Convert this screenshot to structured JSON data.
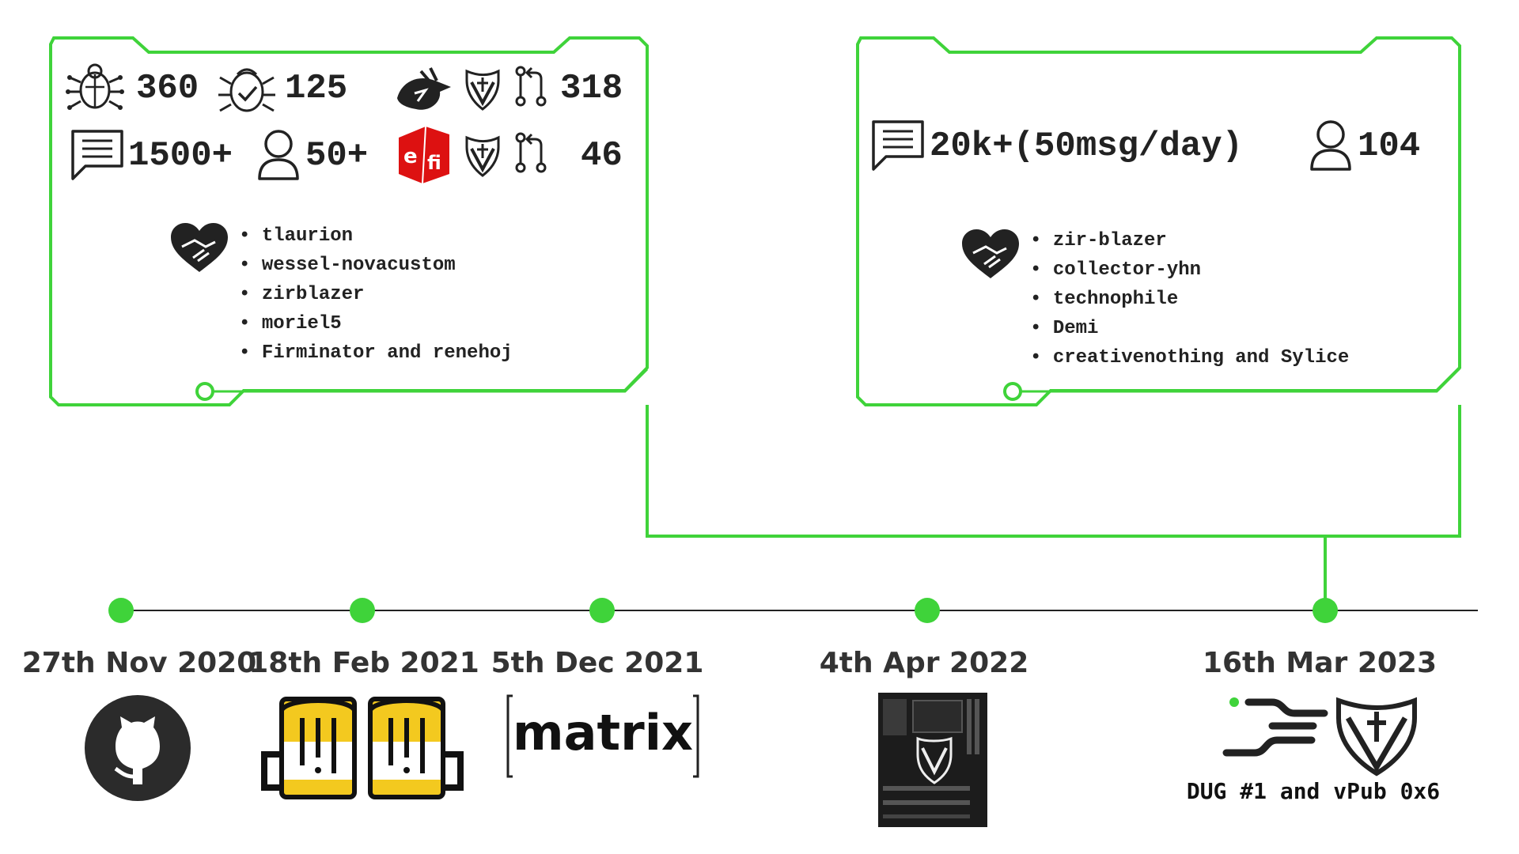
{
  "colors": {
    "accent": "#3fd33a",
    "ink": "#222222",
    "beer": "#f3c91f",
    "uefi_red": "#dd1111"
  },
  "left_card": {
    "stats": [
      {
        "icon": "bug-icon",
        "value": "360"
      },
      {
        "icon": "bug-fixed-icon",
        "value": "125"
      },
      {
        "icon": "coreboot-icon",
        "value": ""
      },
      {
        "icon": "shield-icon",
        "value": ""
      },
      {
        "icon": "pull-request-icon",
        "value": "318"
      },
      {
        "icon": "chat-icon",
        "value": "1500+"
      },
      {
        "icon": "user-icon",
        "value": "50+"
      },
      {
        "icon": "uefi-icon",
        "value": ""
      },
      {
        "icon": "shield-icon",
        "value": ""
      },
      {
        "icon": "pull-request-icon",
        "value": "46"
      }
    ],
    "contributors": [
      "tlaurion",
      "wessel-novacustom",
      "zirblazer",
      "moriel5",
      "Firminator and renehoj"
    ]
  },
  "right_card": {
    "messages": "20k+(50msg/day)",
    "users": "104",
    "contributors": [
      "zir-blazer",
      "collector-yhn",
      "technophile",
      "Demi",
      "creativenothing and Sylice"
    ]
  },
  "timeline": [
    {
      "date": "27th Nov 2020",
      "icon": "github-icon"
    },
    {
      "date": "18th Feb 2021",
      "icon": "beer-mugs-icon"
    },
    {
      "date": "5th Dec 2021",
      "icon": "matrix-logo",
      "logo_text": "matrix"
    },
    {
      "date": "4th Apr 2022",
      "icon": "motherboard-icon"
    },
    {
      "date": "16th Mar 2023",
      "icon": "dug-vpub-icon",
      "caption": "DUG #1 and vPub 0x6"
    }
  ]
}
